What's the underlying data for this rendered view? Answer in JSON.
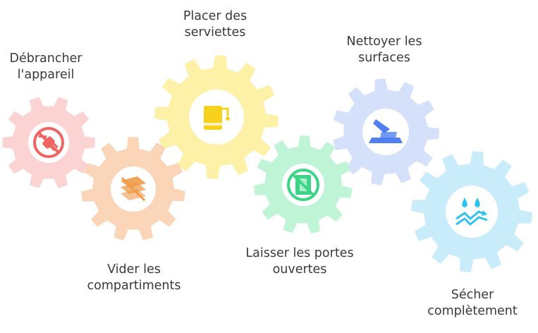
{
  "steps": [
    {
      "label_lines": [
        "Débrancher",
        "l'appareil"
      ],
      "color": "#fcd3d3",
      "icon_color": "#ef6461",
      "icon": "unplug-icon"
    },
    {
      "label_lines": [
        "Vider les",
        "compartiments"
      ],
      "color": "#fbd5b8",
      "icon_color": "#ef9a4a",
      "icon": "empty-drawers-icon"
    },
    {
      "label_lines": [
        "Placer des",
        "serviettes"
      ],
      "color": "#fdf1a8",
      "icon_color": "#f7d21c",
      "icon": "towel-icon"
    },
    {
      "label_lines": [
        "Laisser les portes",
        "ouvertes"
      ],
      "color": "#bff5d6",
      "icon_color": "#3cd486",
      "icon": "open-doors-icon"
    },
    {
      "label_lines": [
        "Nettoyer les",
        "surfaces"
      ],
      "color": "#d5e1fb",
      "icon_color": "#4f7ff0",
      "icon": "clean-surface-icon"
    },
    {
      "label_lines": [
        "Sécher",
        "complètement"
      ],
      "color": "#c9ecfb",
      "icon_color": "#2ec2ef",
      "icon": "drying-icon"
    }
  ]
}
